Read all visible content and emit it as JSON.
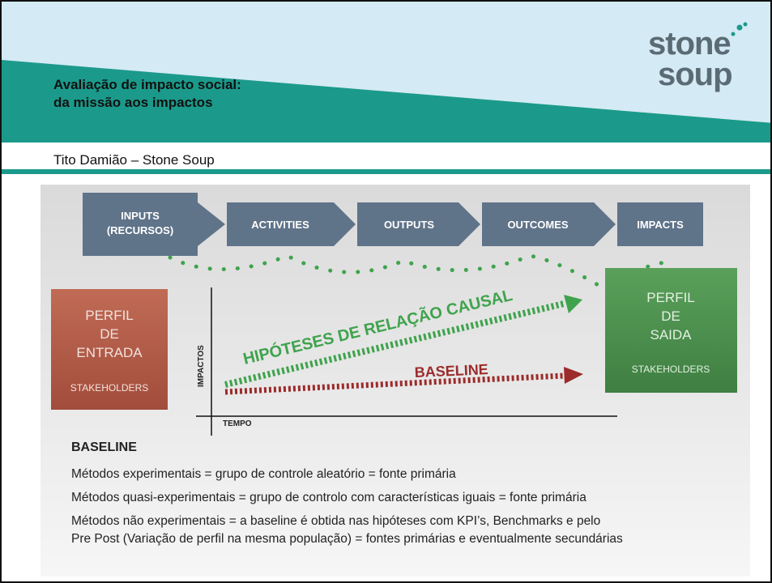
{
  "header": {
    "title_line1": "Avaliação de impacto social:",
    "title_line2": "da missão aos impactos",
    "subtitle": "Tito Damião – Stone Soup",
    "logo_word1": "stone",
    "logo_word2": "soup"
  },
  "chain": {
    "steps": [
      {
        "line1": "INPUTS",
        "line2": "(RECURSOS)"
      },
      {
        "line1": "ACTIVITIES",
        "line2": ""
      },
      {
        "line1": "OUTPUTS",
        "line2": ""
      },
      {
        "line1": "OUTCOMES",
        "line2": ""
      },
      {
        "line1": "IMPACTS",
        "line2": ""
      }
    ]
  },
  "entry_profile": {
    "line1": "PERFIL",
    "line2": "DE",
    "line3": "ENTRADA",
    "caption": "STAKEHOLDERS"
  },
  "exit_profile": {
    "line1": "PERFIL",
    "line2": "DE",
    "line3": "SAIDA",
    "caption": "STAKEHOLDERS"
  },
  "graph": {
    "y_axis_label": "IMPACTOS",
    "x_axis_label": "TEMPO",
    "causal_label": "HIPÓTESES DE RELAÇÃO CAUSAL",
    "baseline_label": "BASELINE"
  },
  "colors": {
    "teal": "#1b9a8b",
    "box_blue": "#5f7389",
    "entry_red": "#b35a47",
    "exit_green": "#4c8c4e",
    "causal_green": "#3fa34d",
    "baseline_red": "#9c2b2b",
    "dots_green": "#3fa34d"
  },
  "methods": {
    "heading": "BASELINE",
    "lines": [
      "Métodos experimentais = grupo de controle aleatório = fonte primária",
      "Métodos quasi-experimentais = grupo de controlo com características iguais = fonte primária",
      "Métodos não experimentais = a baseline é obtida nas hipóteses com KPI’s, Benchmarks e pelo",
      "Pre Post (Variação de perfil na mesma população) = fontes primárias e eventualmente secundárias"
    ]
  }
}
